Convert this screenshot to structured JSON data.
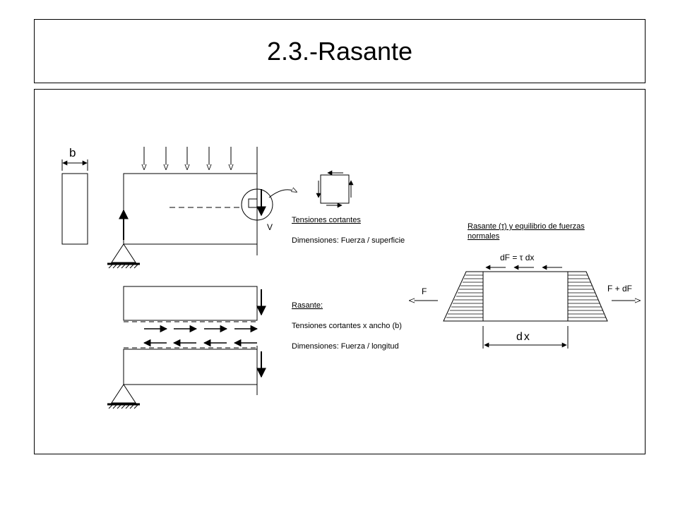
{
  "title": "2.3.-Rasante",
  "labels": {
    "b": "b",
    "v": "V",
    "tensiones_cortantes": "Tensiones cortantes",
    "dim_superficie": "Dimensiones: Fuerza / superficie",
    "rasante": "Rasante:",
    "tens_x_ancho": "Tensiones cortantes x ancho (b)",
    "dim_longitud": "Dimensiones: Fuerza / longitud",
    "rasante_eq_line1": "Rasante (τ) y equilibrio de fuerzas",
    "rasante_eq_line2": "normales",
    "dF": "dF = τ dx",
    "F": "F",
    "F_dF": "F + dF",
    "dx": "dx"
  }
}
